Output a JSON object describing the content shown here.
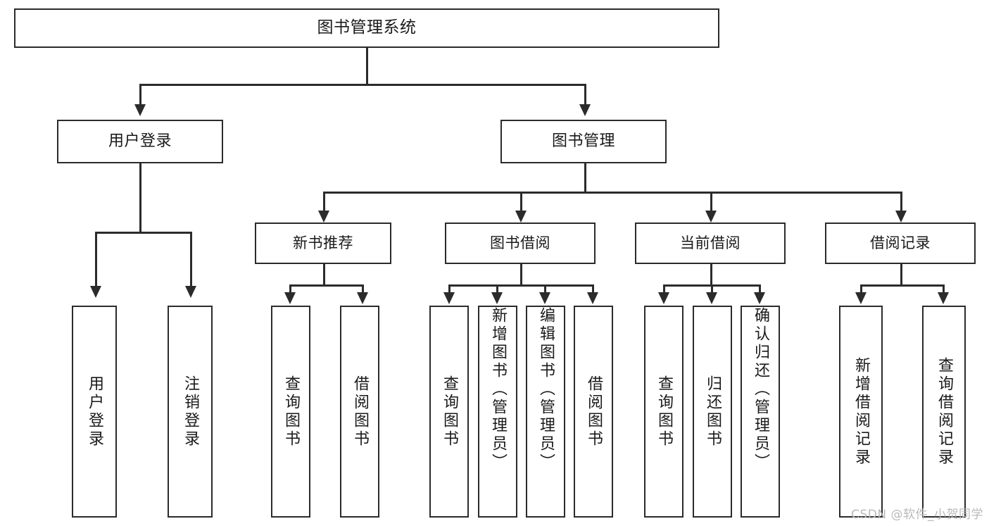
{
  "diagram": {
    "title": "图书管理系统",
    "type": "tree",
    "root": {
      "label": "图书管理系统"
    },
    "level2": [
      {
        "id": "user-login",
        "label": "用户登录"
      },
      {
        "id": "book-manage",
        "label": "图书管理"
      }
    ],
    "level3": [
      {
        "id": "new-book-recommend",
        "label": "新书推荐",
        "parent": "book-manage"
      },
      {
        "id": "book-borrow",
        "label": "图书借阅",
        "parent": "book-manage"
      },
      {
        "id": "current-borrow",
        "label": "当前借阅",
        "parent": "book-manage"
      },
      {
        "id": "borrow-record",
        "label": "借阅记录",
        "parent": "book-manage"
      }
    ],
    "leaves": [
      {
        "id": "leaf-user-login",
        "label": "用户登录",
        "parent": "user-login"
      },
      {
        "id": "leaf-logout",
        "label": "注销登录",
        "parent": "user-login"
      },
      {
        "id": "leaf-query-book-1",
        "label": "查询图书",
        "parent": "new-book-recommend"
      },
      {
        "id": "leaf-borrow-book-1",
        "label": "借阅图书",
        "parent": "new-book-recommend"
      },
      {
        "id": "leaf-query-book-2",
        "label": "查询图书",
        "parent": "book-borrow"
      },
      {
        "id": "leaf-add-book",
        "label": "新增图书（管理员）",
        "parent": "book-borrow"
      },
      {
        "id": "leaf-edit-book",
        "label": "编辑图书（管理员）",
        "parent": "book-borrow"
      },
      {
        "id": "leaf-borrow-book-2",
        "label": "借阅图书",
        "parent": "book-borrow"
      },
      {
        "id": "leaf-query-book-3",
        "label": "查询图书",
        "parent": "current-borrow"
      },
      {
        "id": "leaf-return-book",
        "label": "归还图书",
        "parent": "current-borrow"
      },
      {
        "id": "leaf-confirm-return",
        "label": "确认归还（管理员）",
        "parent": "current-borrow"
      },
      {
        "id": "leaf-add-record",
        "label": "新增借阅记录",
        "parent": "borrow-record"
      },
      {
        "id": "leaf-query-record",
        "label": "查询借阅记录",
        "parent": "borrow-record"
      }
    ]
  },
  "watermark": {
    "text": "CSDN @软件_小贺同学"
  },
  "colors": {
    "stroke": "#2b2b2b",
    "fill": "#ffffff",
    "text": "#1a1a1a",
    "watermark": "#b9b9b9"
  }
}
